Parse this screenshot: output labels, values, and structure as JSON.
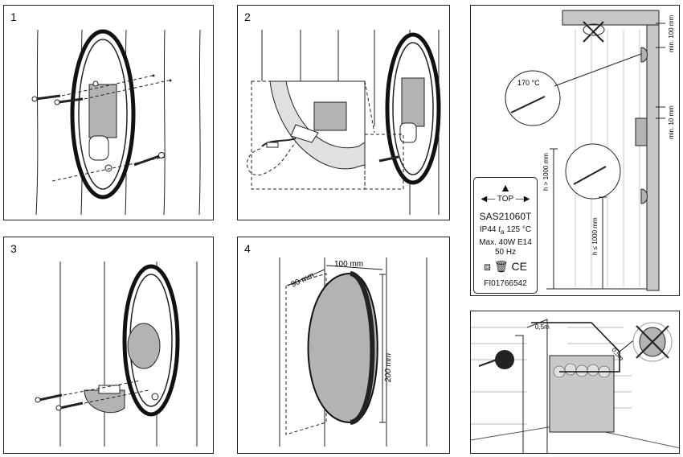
{
  "panels": {
    "p1": {
      "number": "1"
    },
    "p2": {
      "number": "2"
    },
    "p3": {
      "number": "3"
    },
    "p4": {
      "number": "4",
      "dim_width": "100 mm",
      "dim_depth": "90 mm",
      "dim_height": "200 mm"
    }
  },
  "install": {
    "min_top": "min. 100 mm",
    "min_mid": "min. 10 mm",
    "temp": "170 °C",
    "h_upper": "h > 1000 mm",
    "h_lower": "h ≤ 1000 mm"
  },
  "label": {
    "top": "TOP",
    "model": "SAS21060T",
    "ip": "IP44",
    "ta_symbol": "t",
    "ta_sub": "a",
    "ta_value": "125 °C",
    "max": "Max. 40W E14",
    "freq": "50 Hz",
    "ce": "CE",
    "code": "FI01766542"
  },
  "sauna": {
    "dist_top": "0,5m",
    "dist_side": "0,5m"
  },
  "colors": {
    "line": "#222222",
    "lamp_gray": "#b3b3b3",
    "screen_gray": "#c8c8c8",
    "light_gray": "#e0e0e0"
  }
}
